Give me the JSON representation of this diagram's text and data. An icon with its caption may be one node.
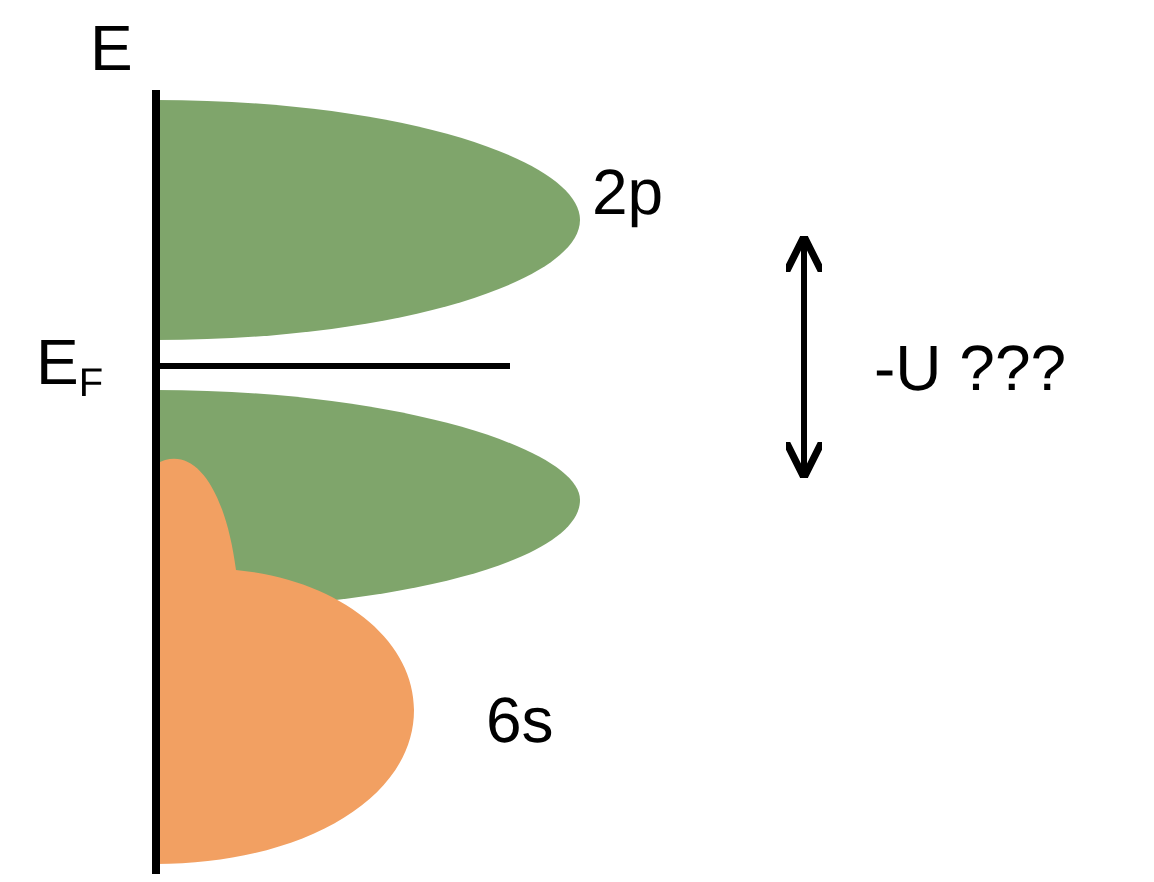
{
  "diagram": {
    "labels": [
      "E",
      "E$_{F}$",
      "2p",
      "-U ???",
      "6s"
    ]
  }
}
